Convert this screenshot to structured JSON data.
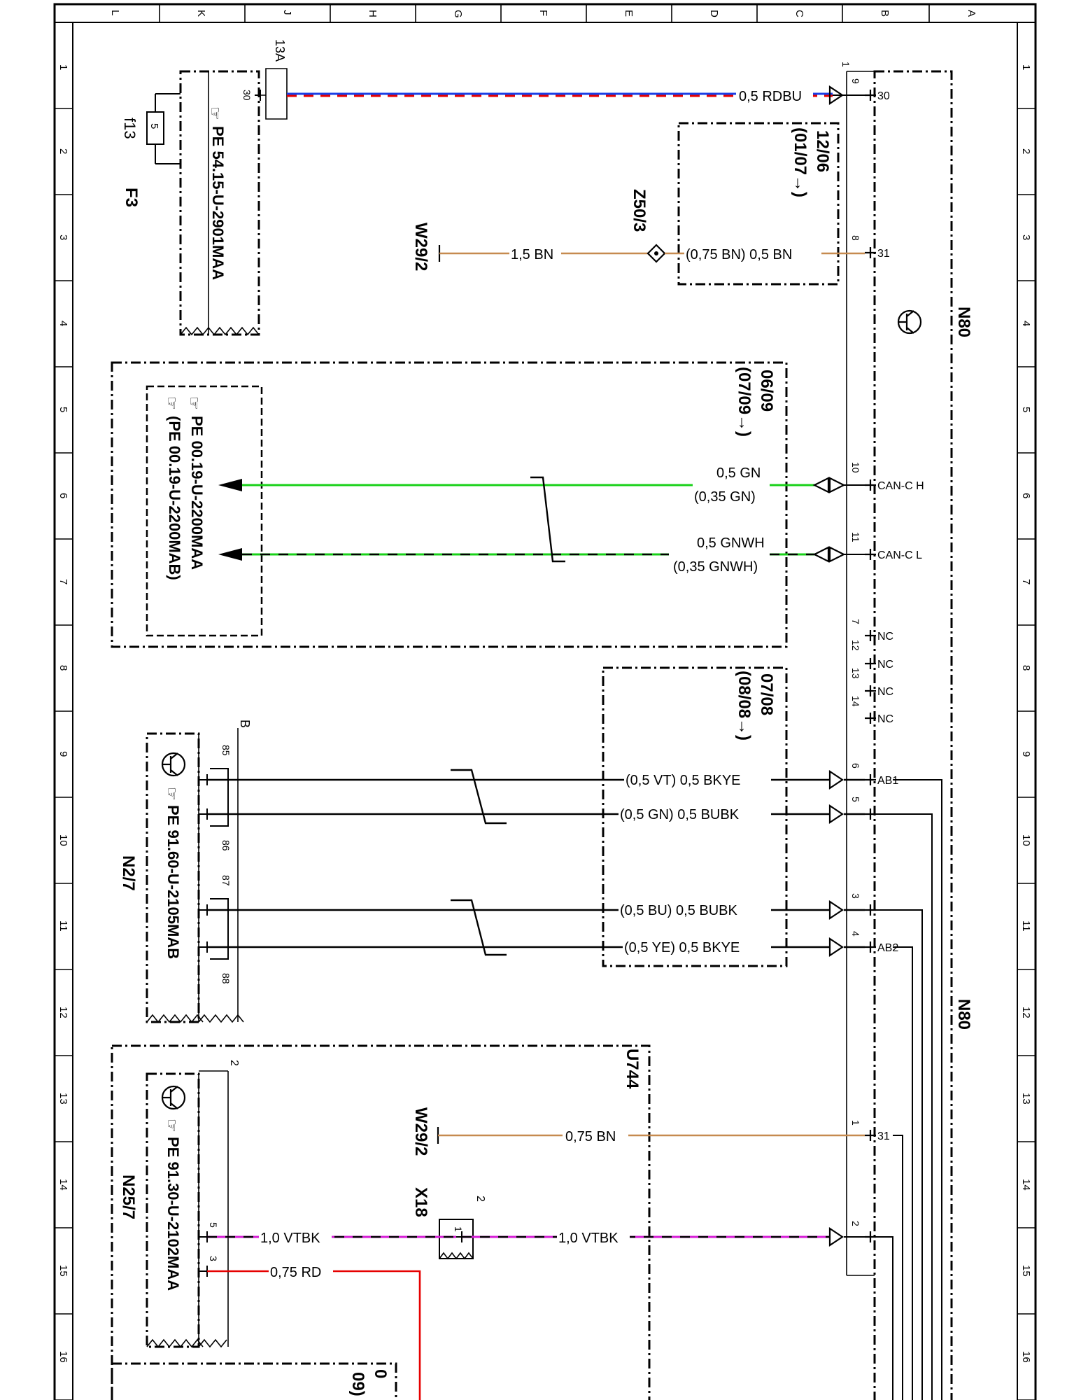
{
  "grid": {
    "columns": [
      "L",
      "K",
      "J",
      "H",
      "G",
      "F",
      "E",
      "D",
      "C",
      "B",
      "A"
    ],
    "rows": [
      "1",
      "2",
      "3",
      "4",
      "5",
      "6",
      "7",
      "8",
      "9",
      "10",
      "11",
      "12",
      "13",
      "14",
      "15",
      "16"
    ]
  },
  "components": {
    "n80_top": "N80",
    "n80_mid": "N80",
    "f3": "F3",
    "f13": "f13",
    "fuse_rating": "5",
    "fuse_ref": "PE 54.15-U-2901MAA",
    "fuse_pin_13a": "13A",
    "fuse_pin_30": "30",
    "w29_2_top": "W29/2",
    "w29_2_bottom": "W29/2",
    "z50_3": "Z50/3",
    "u744": "U744",
    "n2_7": "N2/7",
    "n2_7_ref": "PE 91.60-U-2105MAB",
    "n25_7": "N25/7",
    "n25_7_ref": "PE 91.30-U-2102MAA",
    "x18": "X18",
    "x18_pin_2": "2",
    "x18_pin_1": "1",
    "can_ref_1": "PE 00.19-U-2200MAA",
    "can_ref_2": "(PE 00.19-U-2200MAB)",
    "n2_7_pin_b": "B",
    "n25_7_pin_2": "2"
  },
  "date_blocks": {
    "block1_a": "12/06",
    "block1_b": "(01/07→)",
    "block2_a": "06/09",
    "block2_b": "(07/09→)",
    "block3_a": "07/08",
    "block3_b": "(08/08→)",
    "block4_a": "0",
    "block4_b": "09)"
  },
  "wires": {
    "rdbu": "0,5 RDBU",
    "bn_w29": "1,5 BN",
    "bn_z50": "(0,75 BN) 0,5 BN",
    "gn_a": "0,5 GN",
    "gn_b": "(0,35 GN)",
    "gnwh_a": "0,5 GNWH",
    "gnwh_b": "(0,35 GNWH)",
    "bkye_1": "(0,5 VT) 0,5 BKYE",
    "bubk_1": "(0,5 GN) 0,5 BUBK",
    "bubk_2": "(0,5 BU) 0,5 BUBK",
    "bkye_2": "(0,5 YE) 0,5 BKYE",
    "bn_075": "0,75 BN",
    "vtbk_1": "1,0 VTBK",
    "vtbk_2": "1,0 VTBK",
    "rd_075": "0,75 RD"
  },
  "n80_pins": {
    "p1": "1",
    "p9": "9",
    "p9_lbl": "30",
    "p8": "8",
    "p8_lbl": "31",
    "p10": "10",
    "p10_lbl": "CAN-C H",
    "p11": "11",
    "p11_lbl": "CAN-C L",
    "p7": "7",
    "p7_lbl": "NC",
    "p12": "12",
    "p12_lbl": "NC",
    "p13": "13",
    "p13_lbl": "NC",
    "p14": "14",
    "p14_lbl": "NC",
    "p6": "6",
    "p6_lbl": "AB1",
    "p5": "5",
    "p3": "3",
    "p4": "4",
    "p4_lbl": "AB2",
    "p1b": "1",
    "p1b_lbl": "31",
    "p2": "2"
  },
  "relay_pins": {
    "p85": "85",
    "p86": "86",
    "p87": "87",
    "p88": "88"
  },
  "n25_pins": {
    "p5": "5",
    "p3": "3"
  },
  "colors": {
    "red": "#e60000",
    "blue": "#1a3ee6",
    "green": "#19d119",
    "brown": "#c68a4f",
    "magenta": "#d61ad6",
    "black": "#000000"
  }
}
